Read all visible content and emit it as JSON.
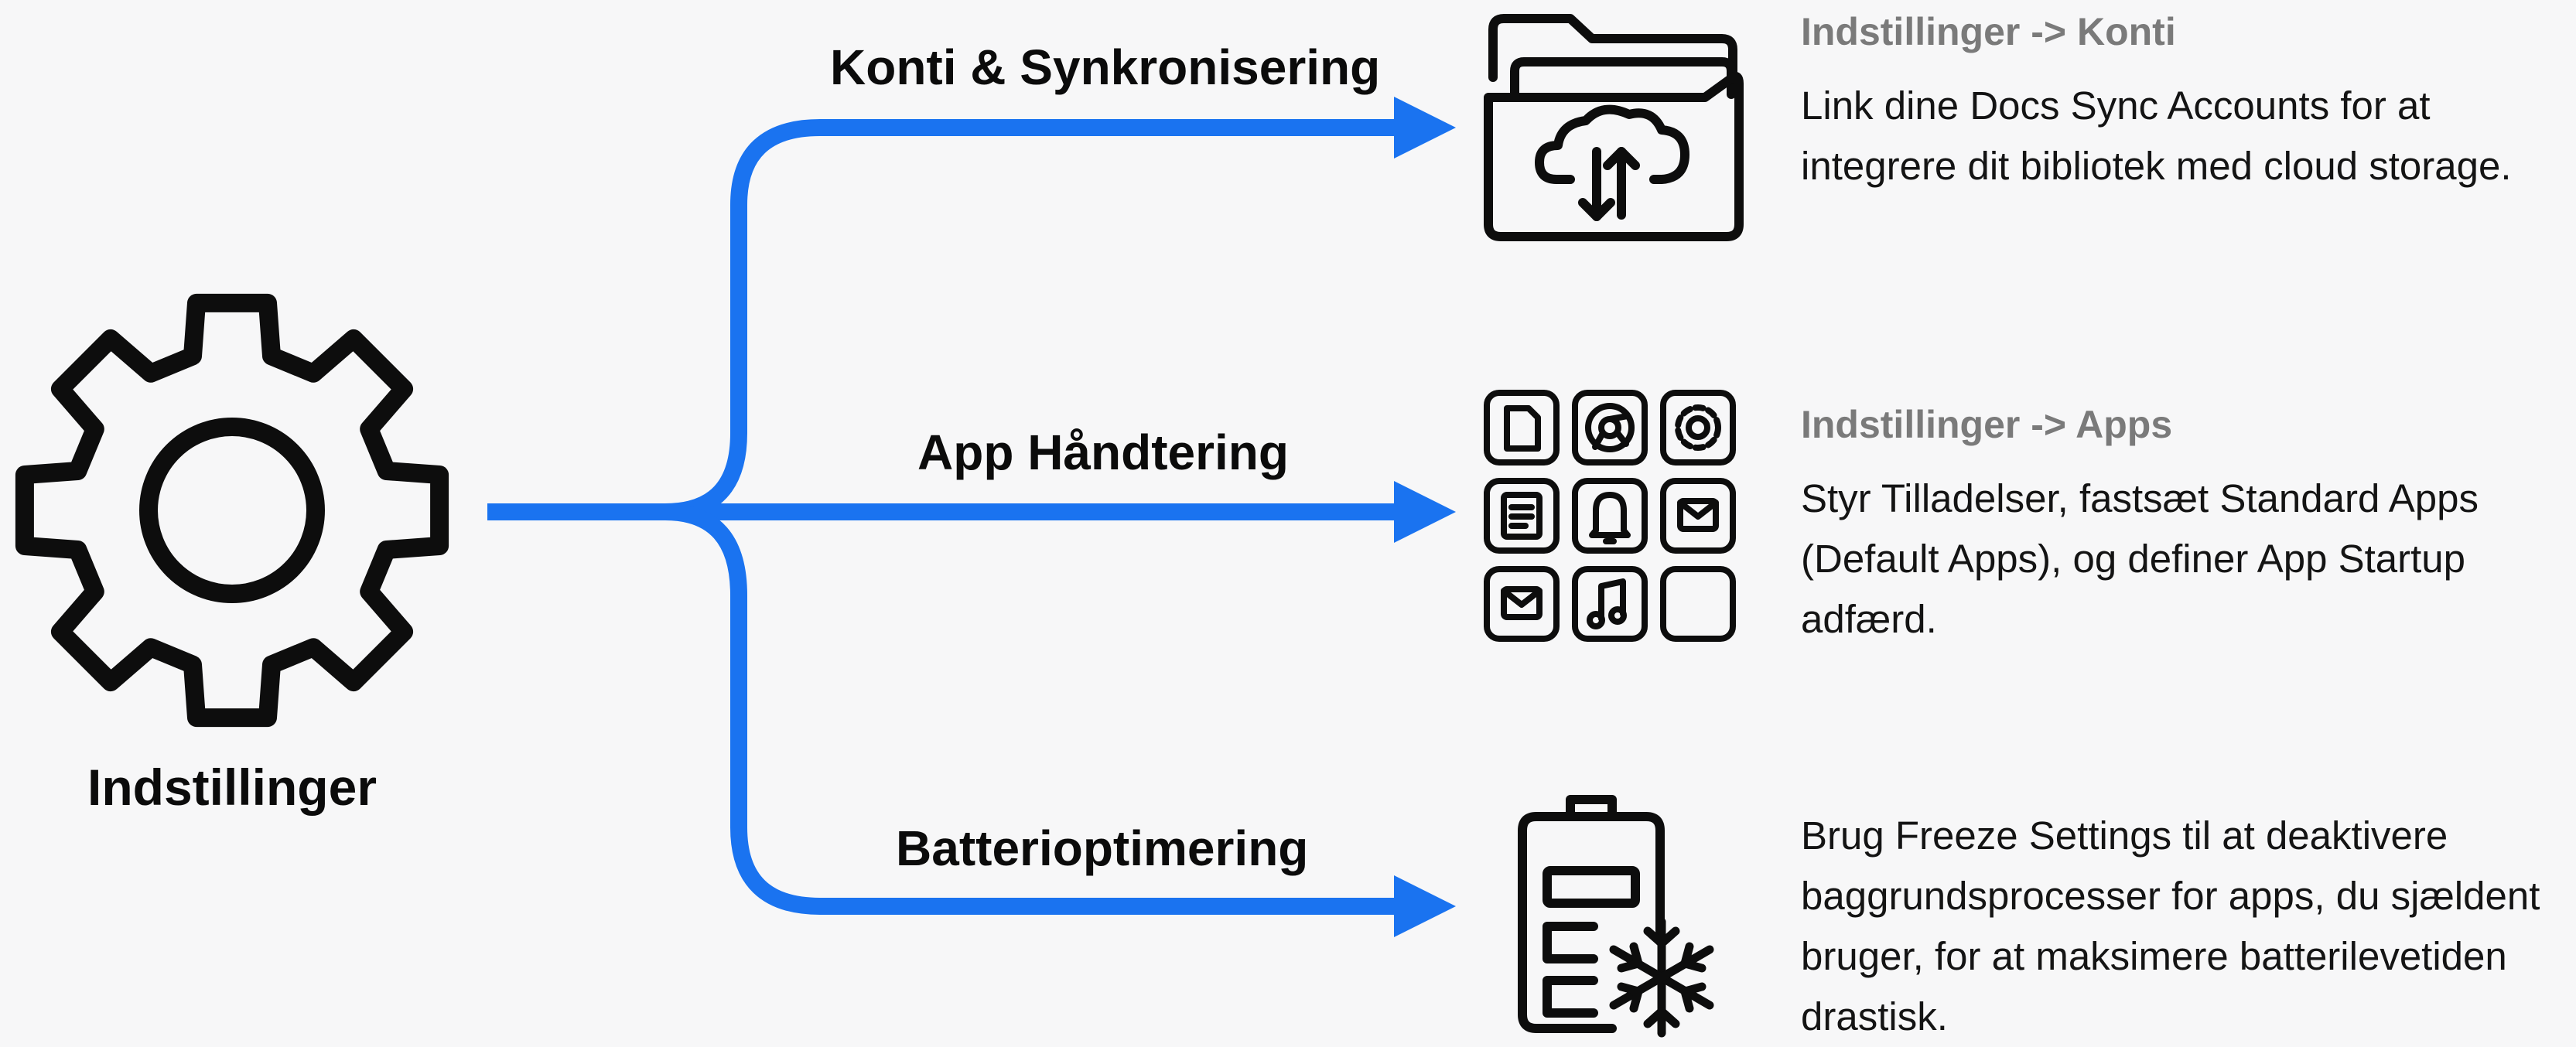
{
  "root": {
    "label": "Indstillinger",
    "icon": "gear-icon"
  },
  "branches": [
    {
      "label": "Konti & Synkronisering",
      "icon": "cloud-sync-folder-icon",
      "title": "Indstillinger -> Konti",
      "description": "Link dine Docs Sync Accounts for at integrere dit bibliotek med cloud storage."
    },
    {
      "label": "App Håndtering",
      "icon": "app-grid-icon",
      "title": "Indstillinger -> Apps",
      "description": "Styr Tilladelser, fastsæt Standard Apps (Default Apps), og definer App Startup adfærd."
    },
    {
      "label": "Batterioptimering",
      "icon": "battery-freeze-icon",
      "title": "",
      "description": "Brug Freeze Settings til at deaktivere baggrundsprocesser for apps, du sjældent bruger, for at maksimere batterilevetiden drastisk."
    }
  ],
  "colors": {
    "connector": "#1a73f0",
    "icon_stroke": "#0d0d0d",
    "muted_title": "#7a7a7a"
  }
}
